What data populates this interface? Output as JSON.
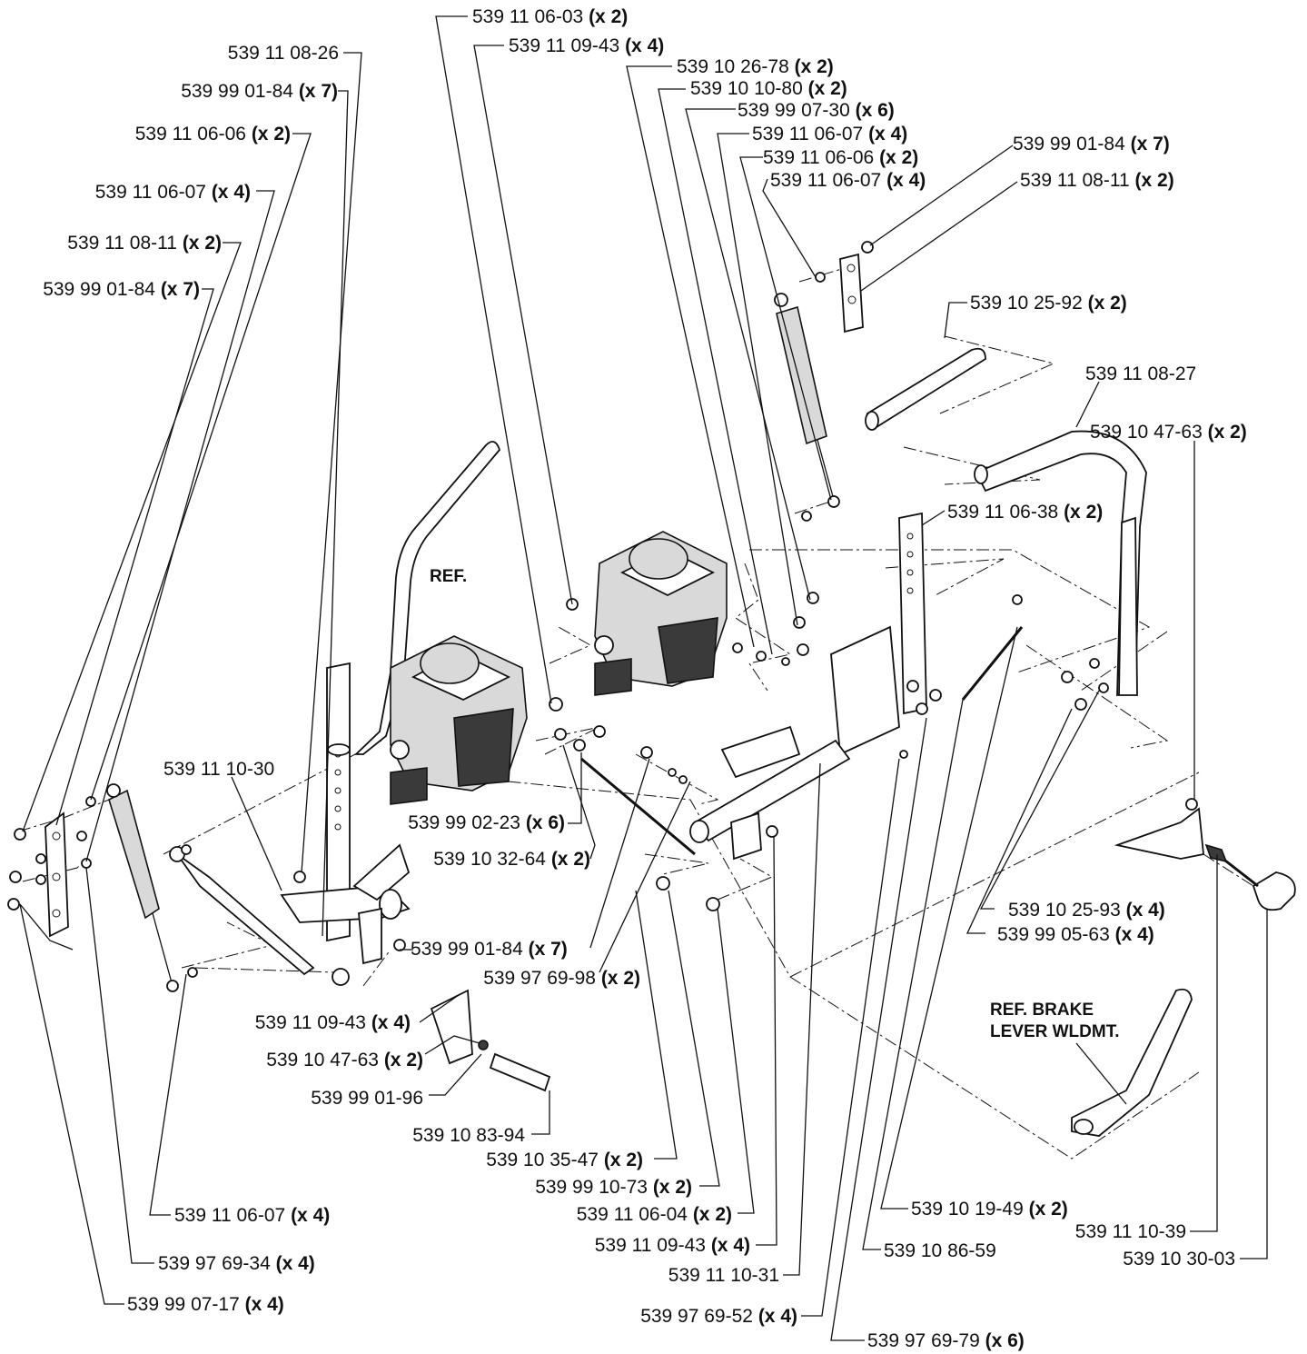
{
  "diagram": {
    "labels": [
      {
        "id": "l01",
        "code": "539 11 06-03",
        "qty": "(x 2)",
        "anchor": "start"
      },
      {
        "id": "l02",
        "code": "539 11 09-43",
        "qty": "(x 4)",
        "anchor": "start"
      },
      {
        "id": "l03",
        "code": "539 11 08-26",
        "qty": "",
        "anchor": "end"
      },
      {
        "id": "l04",
        "code": "539 10 26-78",
        "qty": "(x 2)",
        "anchor": "start"
      },
      {
        "id": "l05",
        "code": "539 99 01-84",
        "qty": "(x 7)",
        "anchor": "end"
      },
      {
        "id": "l06",
        "code": "539 10 10-80",
        "qty": "(x 2)",
        "anchor": "start"
      },
      {
        "id": "l07",
        "code": "539 99 07-30",
        "qty": "(x 6)",
        "anchor": "start"
      },
      {
        "id": "l08",
        "code": "539 11 06-06",
        "qty": "(x 2)",
        "anchor": "end"
      },
      {
        "id": "l09",
        "code": "539 11 06-07",
        "qty": "(x 4)",
        "anchor": "start"
      },
      {
        "id": "l10",
        "code": "539 99 01-84",
        "qty": "(x 7)",
        "anchor": "start"
      },
      {
        "id": "l11",
        "code": "539 11 06-06",
        "qty": "(x 2)",
        "anchor": "start"
      },
      {
        "id": "l12",
        "code": "539 11 06-07",
        "qty": "(x 4)",
        "anchor": "start"
      },
      {
        "id": "l13",
        "code": "539 11 08-11",
        "qty": "(x 2)",
        "anchor": "start"
      },
      {
        "id": "l14",
        "code": "539 11 06-07",
        "qty": "(x 4)",
        "anchor": "end"
      },
      {
        "id": "l15",
        "code": "539 11 08-11",
        "qty": "(x 2)",
        "anchor": "end"
      },
      {
        "id": "l16",
        "code": "539 99 01-84",
        "qty": "(x 7)",
        "anchor": "end"
      },
      {
        "id": "l17",
        "code": "539 10 25-92",
        "qty": "(x 2)",
        "anchor": "start"
      },
      {
        "id": "l18",
        "code": "539 11 08-27",
        "qty": "",
        "anchor": "start"
      },
      {
        "id": "l19",
        "code": "539 10 47-63",
        "qty": "(x 2)",
        "anchor": "start"
      },
      {
        "id": "l20",
        "code": "539 11 06-38",
        "qty": "(x 2)",
        "anchor": "start"
      },
      {
        "id": "l21",
        "code": "539 11 10-30",
        "qty": "",
        "anchor": "start"
      },
      {
        "id": "l22",
        "code": "539 99 02-23",
        "qty": "(x 6)",
        "anchor": "end"
      },
      {
        "id": "l23",
        "code": "539 10 32-64",
        "qty": "(x 2)",
        "anchor": "end"
      },
      {
        "id": "l24",
        "code": "539 10 25-93",
        "qty": "(x 4)",
        "anchor": "start"
      },
      {
        "id": "l25",
        "code": "539 99 05-63",
        "qty": "(x 4)",
        "anchor": "start"
      },
      {
        "id": "l26",
        "code": "539 99 01-84",
        "qty": "(x 7)",
        "anchor": "start"
      },
      {
        "id": "l27",
        "code": "539 97 69-98",
        "qty": "(x 2)",
        "anchor": "end"
      },
      {
        "id": "l28",
        "code": "539 11 09-43",
        "qty": "(x 4)",
        "anchor": "end"
      },
      {
        "id": "l29",
        "code": "539 10 47-63",
        "qty": "(x 2)",
        "anchor": "end"
      },
      {
        "id": "l30",
        "code": "539 99 01-96",
        "qty": "",
        "anchor": "end"
      },
      {
        "id": "l31",
        "code": "539 10 83-94",
        "qty": "",
        "anchor": "end"
      },
      {
        "id": "l32",
        "code": "539 10 35-47",
        "qty": "(x 2)",
        "anchor": "end"
      },
      {
        "id": "l33",
        "code": "539 99 10-73",
        "qty": "(x 2)",
        "anchor": "end"
      },
      {
        "id": "l34",
        "code": "539 11 06-04",
        "qty": "(x 2)",
        "anchor": "end"
      },
      {
        "id": "l35",
        "code": "539 11 09-43",
        "qty": "(x 4)",
        "anchor": "end"
      },
      {
        "id": "l36",
        "code": "539 11 10-31",
        "qty": "",
        "anchor": "end"
      },
      {
        "id": "l37",
        "code": "539 97 69-52",
        "qty": "(x 4)",
        "anchor": "end"
      },
      {
        "id": "l38",
        "code": "539 97 69-79",
        "qty": "(x 6)",
        "anchor": "start"
      },
      {
        "id": "l39",
        "code": "539 10 19-49",
        "qty": "(x 2)",
        "anchor": "start"
      },
      {
        "id": "l40",
        "code": "539 10 86-59",
        "qty": "",
        "anchor": "start"
      },
      {
        "id": "l41",
        "code": "539 11 10-39",
        "qty": "",
        "anchor": "end"
      },
      {
        "id": "l42",
        "code": "539 10 30-03",
        "qty": "",
        "anchor": "end"
      },
      {
        "id": "l43",
        "code": "539 11 06-07",
        "qty": "(x 4)",
        "anchor": "start"
      },
      {
        "id": "l44",
        "code": "539 97 69-34",
        "qty": "(x 4)",
        "anchor": "start"
      },
      {
        "id": "l45",
        "code": "539 99 07-17",
        "qty": "(x 4)",
        "anchor": "start"
      }
    ],
    "ref_left": "REF.",
    "ref_brake_line1": "REF. BRAKE",
    "ref_brake_line2": "LEVER WLDMT."
  }
}
